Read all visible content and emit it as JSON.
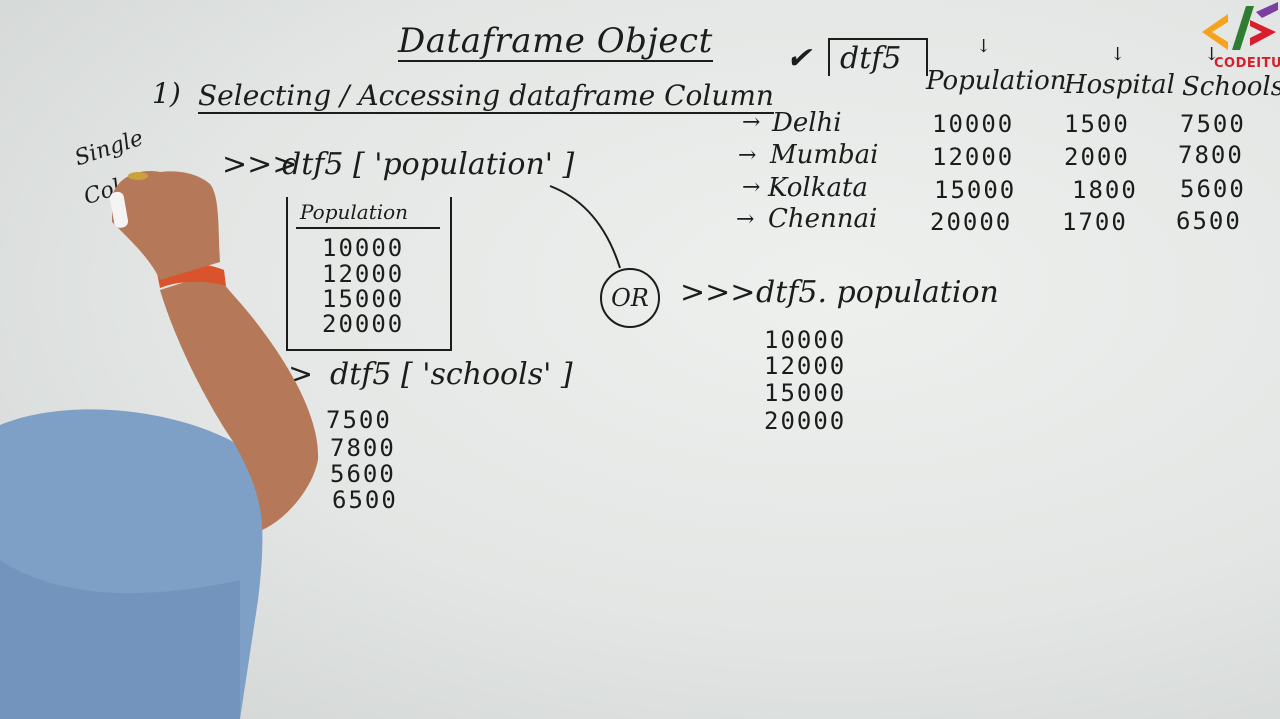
{
  "title": "Dataframe Object",
  "section": {
    "number": "1)",
    "heading": "Selecting / Accessing dataframe Column"
  },
  "side_note": {
    "line1": "Single",
    "line2": "Col"
  },
  "example1": {
    "prompt": ">>>",
    "code": "dtf5 [ 'population' ]",
    "output_header": "Population",
    "output_values": [
      "10000",
      "12000",
      "15000",
      "20000"
    ]
  },
  "example2": {
    "prompt": ">",
    "code": "dtf5 [ 'schools' ]",
    "output_values": [
      "7500",
      "7800",
      "5600",
      "6500"
    ]
  },
  "or_label": "OR",
  "example3": {
    "prompt": ">>>",
    "code": "dtf5. population",
    "output_values": [
      "10000",
      "12000",
      "15000",
      "20000"
    ]
  },
  "dataframe": {
    "name": "dtf5",
    "check": "✔",
    "columns": [
      "Population",
      "Hospital",
      "Schools"
    ],
    "rows": [
      {
        "index": "Delhi",
        "values": [
          "10000",
          "1500",
          "7500"
        ]
      },
      {
        "index": "Mumbai",
        "values": [
          "12000",
          "2000",
          "7800"
        ]
      },
      {
        "index": "Kolkata",
        "values": [
          "15000",
          "1800",
          "5600"
        ]
      },
      {
        "index": "Chennai",
        "values": [
          "20000",
          "1700",
          "6500"
        ]
      }
    ]
  },
  "logo": {
    "text": "CODEITUP",
    "colors": [
      "#d81e2c",
      "#f7a21b",
      "#2e7d32",
      "#7b3fa0"
    ]
  },
  "colors": {
    "board": "#e6e9e7",
    "ink": "#1c1c1c",
    "shirt": "#7e9fc6",
    "skin": "#b5795a"
  }
}
